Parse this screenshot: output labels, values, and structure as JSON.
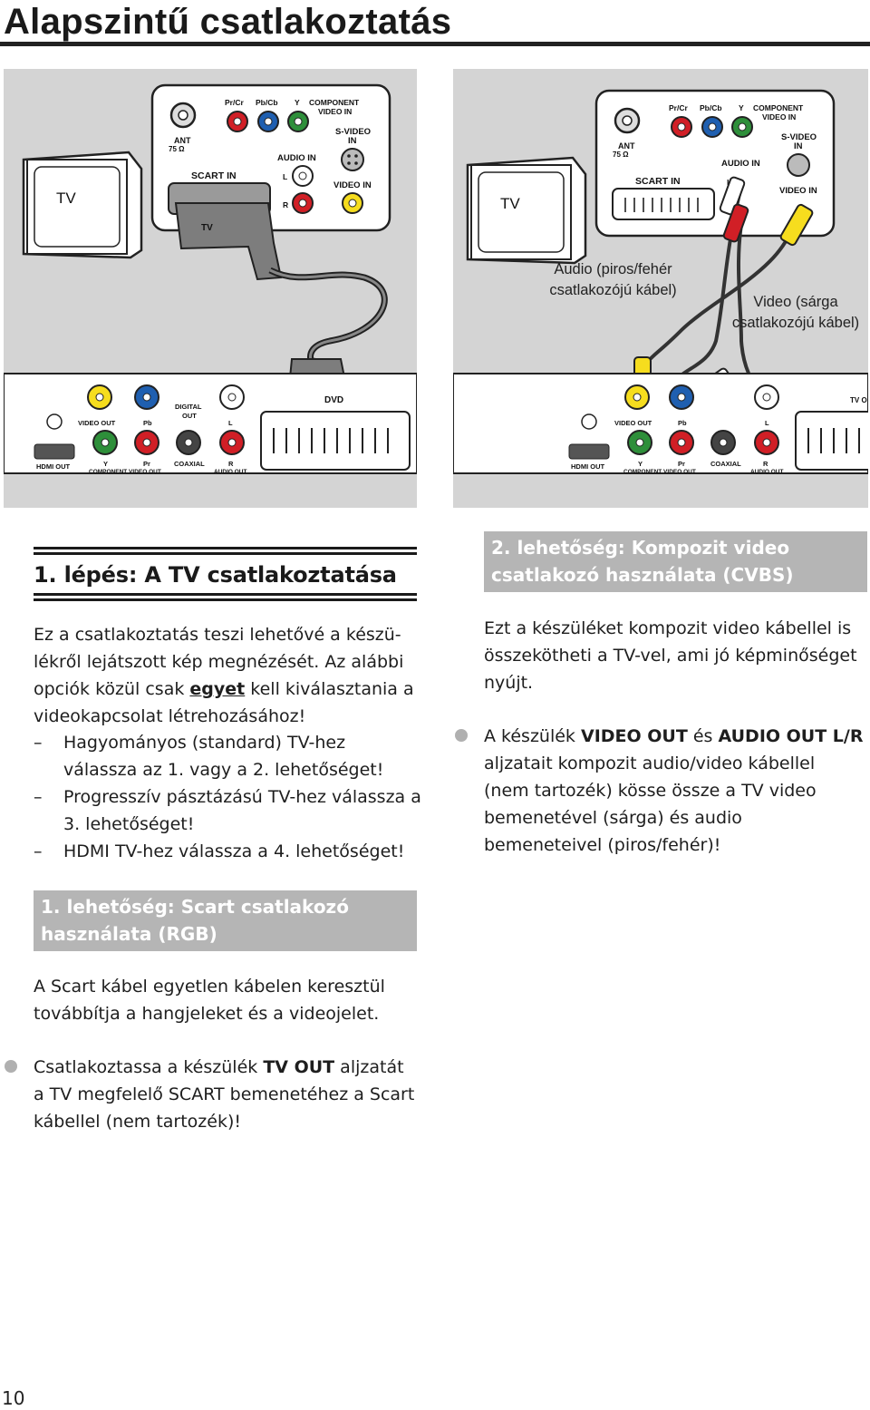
{
  "page": {
    "title": "Alapszintű csatlakoztatás",
    "page_number": "10"
  },
  "diagram": {
    "tv_label": "TV",
    "tv_back_labels": {
      "pr_cr": "Pr/Cr",
      "pb_cb": "Pb/Cb",
      "y": "Y",
      "component_video_in": "COMPONENT",
      "component_video_in_2": "VIDEO IN",
      "ant": "ANT",
      "ant_ohm": "75 Ω",
      "s_video_in": "S-VIDEO",
      "s_video_in_2": "IN",
      "audio_in": "AUDIO IN",
      "l": "L",
      "r": "R",
      "scart_in": "SCART IN",
      "video_in": "VIDEO IN"
    },
    "scart_plug_label": "TV",
    "dvd_labels": {
      "dvd": "DVD",
      "digital_out": "DIGITAL",
      "digital_out_2": "OUT",
      "video_out": "VIDEO OUT",
      "pb": "Pb",
      "l": "L",
      "hdmi_out": "HDMI OUT",
      "y": "Y",
      "pr": "Pr",
      "component_video_out": "COMPONENT VIDEO OUT",
      "coaxial": "COAXIAL",
      "r": "R",
      "audio_out": "AUDIO OUT",
      "tv_out": "TV O"
    },
    "caption_audio": "Audio (piros/fehér csatlakozójú kábel)",
    "caption_video": "Video (sárga csatlakozójú kábel)",
    "colors": {
      "yellow": "#f6dd1e",
      "blue": "#1f5fb0",
      "green": "#2e8f3a",
      "red": "#d11f26",
      "panel_grey": "#d4d4d4"
    }
  },
  "step1": {
    "heading": "1. lépés: A TV csatlakoztatása",
    "intro_a": "Ez a csatlakoztatás teszi lehetővé a készü-lékről lejátszott kép megnézését. Az alábbi opciók közül csak ",
    "intro_em": "egyet",
    "intro_b": " kell kiválasztania a videokapcsolat létrehozásához!",
    "options": [
      "Hagyományos (standard) TV-hez válassza az 1. vagy a 2. lehetőséget!",
      "Progresszív pásztázású TV-hez válassza a 3. lehetőséget!",
      "HDMI TV-hez válassza a 4. lehetőséget!"
    ]
  },
  "option1": {
    "heading": "1. lehetőség: Scart csatlakozó használata (RGB)",
    "text": "A Scart kábel egyetlen kábelen keresztül továbbítja a hangjeleket és a videojelet.",
    "bullet_a": "Csatlakoztassa a készülék ",
    "bullet_b1": "TV OUT",
    "bullet_c": " aljzatát a TV megfelelő SCART bemenetéhez a Scart kábellel (nem tartozék)!"
  },
  "option2": {
    "heading": "2. lehetőség: Kompozit video csatlakozó használata (CVBS)",
    "text": "Ezt a készüléket kompozit video kábellel is összekötheti a TV-vel, ami jó képminőséget nyújt.",
    "bullet_a": "A készülék ",
    "bullet_b1": "VIDEO OUT",
    "bullet_mid": " és ",
    "bullet_b2": "AUDIO OUT L/R",
    "bullet_c": " aljzatait kompozit audio/video kábellel (nem tartozék) kösse össze a TV video bemenetével (sárga) és audio bemeneteivel (piros/fehér)!"
  }
}
